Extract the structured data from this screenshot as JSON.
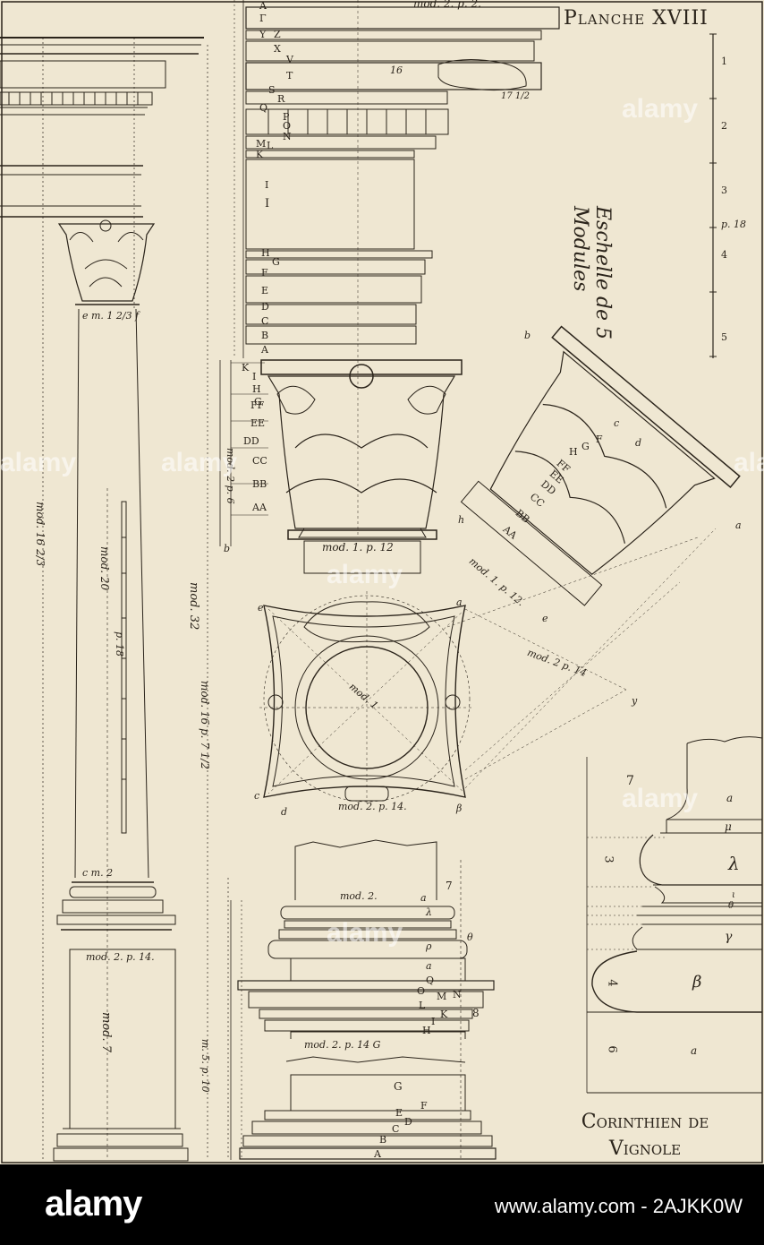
{
  "plate_title": "Planche XVIII",
  "caption": {
    "line1": "Corinthien de",
    "line2": "Vignole"
  },
  "scale_label": "Eschelle de 5 Modules",
  "scale_ticks": [
    "1",
    "2",
    "3",
    "4",
    "5"
  ],
  "scale_p": "p. 18",
  "dims": {
    "top_mod": "mod. 2. p. 2.",
    "col_mod32": "mod. 32",
    "col_mod16": "mod. 16 2/3",
    "col_mod20": "mod. 20",
    "col_p18": "p. 18",
    "col_mod16p": "mod. 16 p. 7 1/2",
    "em": "e m. 1 2/3 f",
    "cm": "c m. 2",
    "base_mod": "mod. 2. p. 14.",
    "ped_mod7": "mod. 7",
    "m5p10": "m. 5. p. 10",
    "cap_mod": "mod. 1. p. 12",
    "cap_mod2": "mod. 2 p. 6",
    "plan_mod": "mod. 2. p. 14.",
    "plan_center": "mod. 1",
    "diag_mod": "mod. 2 p. 14",
    "diag_cap": "mod. 1. p. 12.",
    "ped_top": "mod. 2.",
    "ped_mid": "mod. 2. p. 14 G",
    "entab_i": "I",
    "entab_num16": "16",
    "entab_num17": "17 1/2"
  },
  "letters": {
    "entab": [
      "A",
      "Γ",
      "Y",
      "Z",
      "X",
      "V",
      "T",
      "S",
      "R",
      "Q",
      "P",
      "O",
      "N",
      "M",
      "L",
      "K",
      "I",
      "H",
      "G",
      "F",
      "E",
      "D",
      "C",
      "B",
      "A"
    ],
    "capital": [
      "K",
      "I",
      "H",
      "G",
      "FF",
      "EE",
      "DD",
      "CC",
      "BB",
      "AA",
      "b"
    ],
    "diag": [
      "b",
      "c",
      "d",
      "F",
      "G",
      "H",
      "FF",
      "EE",
      "DD",
      "CC",
      "BB",
      "AA",
      "a",
      "h",
      "e"
    ],
    "plan": [
      "e",
      "y",
      "β",
      "c",
      "d",
      "a"
    ],
    "pedestal": [
      "a",
      "7",
      "θ",
      "λ",
      "ρ",
      "a",
      "Q",
      "O",
      "N",
      "M",
      "L",
      "K",
      "I",
      "H",
      "8",
      "G",
      "F",
      "E",
      "D",
      "C",
      "B",
      "A"
    ],
    "profile": [
      "7",
      "a",
      "μ",
      "λ",
      "3",
      "ι",
      "θ",
      "γ",
      "β",
      "4",
      "6",
      "a"
    ]
  },
  "watermark": "alamy",
  "footer": {
    "logo": "alamy",
    "image_id": "www.alamy.com - 2AJKK0W"
  }
}
